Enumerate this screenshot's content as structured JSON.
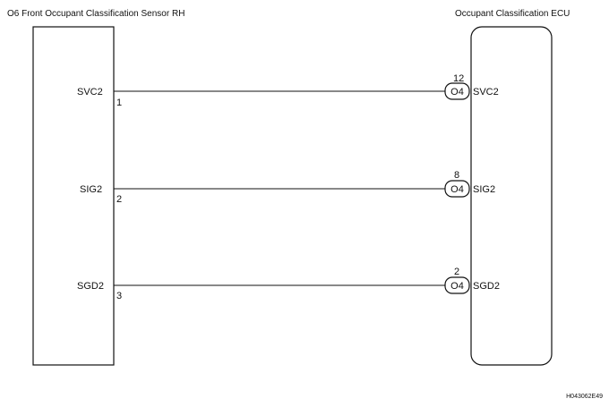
{
  "left_component": {
    "title": "O6 Front Occupant Classification Sensor RH"
  },
  "right_component": {
    "title": "Occupant Classification ECU"
  },
  "connector_id": "O4",
  "wires": [
    {
      "left_signal": "SVC2",
      "left_pin": "1",
      "right_pin": "12",
      "connector": "O4",
      "right_signal": "SVC2"
    },
    {
      "left_signal": "SIG2",
      "left_pin": "2",
      "right_pin": "8",
      "connector": "O4",
      "right_signal": "SIG2"
    },
    {
      "left_signal": "SGD2",
      "left_pin": "3",
      "right_pin": "2",
      "connector": "O4",
      "right_signal": "SGD2"
    }
  ],
  "figure_code": "H043062E49"
}
